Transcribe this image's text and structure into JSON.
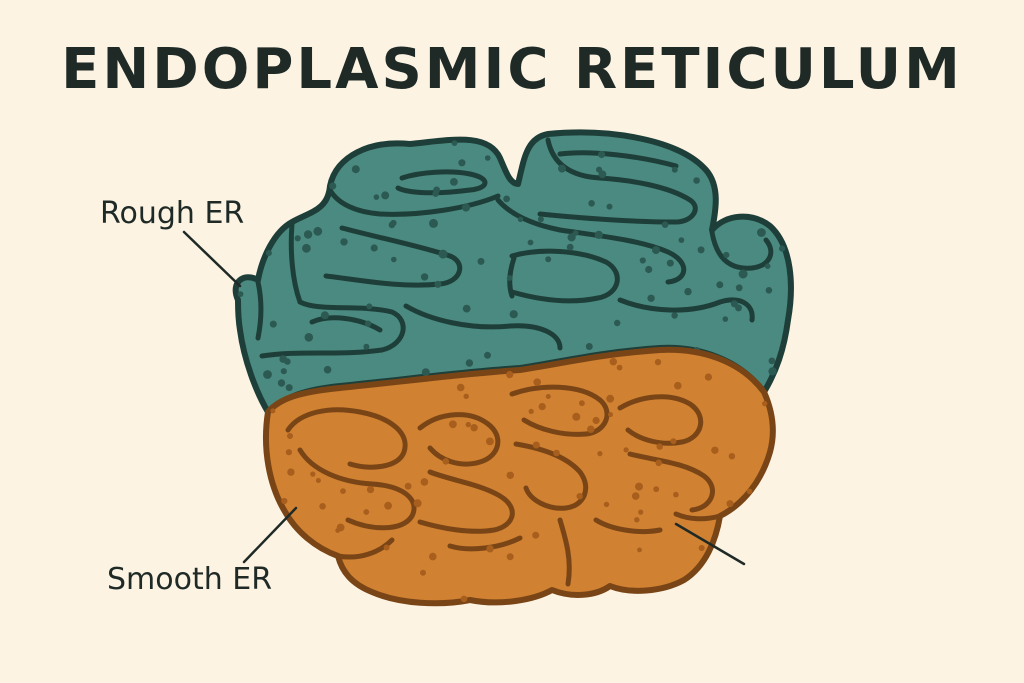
{
  "title": "ENDOPLASMIC RETICULUM",
  "labels": {
    "rough_er": "Rough ER",
    "smooth_er": "Smooth ER"
  },
  "colors": {
    "background": "#fcf3e3",
    "ink": "#1f2a27",
    "outline": "#1e3f39",
    "rough_er_fill": "#4b8a80",
    "rough_er_shade": "#3b756b",
    "rough_er_ribosome": "#2c5a53",
    "smooth_er_fill": "#d08131",
    "smooth_er_shade": "#b66a22",
    "smooth_er_outline": "#7a4516",
    "smooth_er_dot": "#a85e1c"
  }
}
